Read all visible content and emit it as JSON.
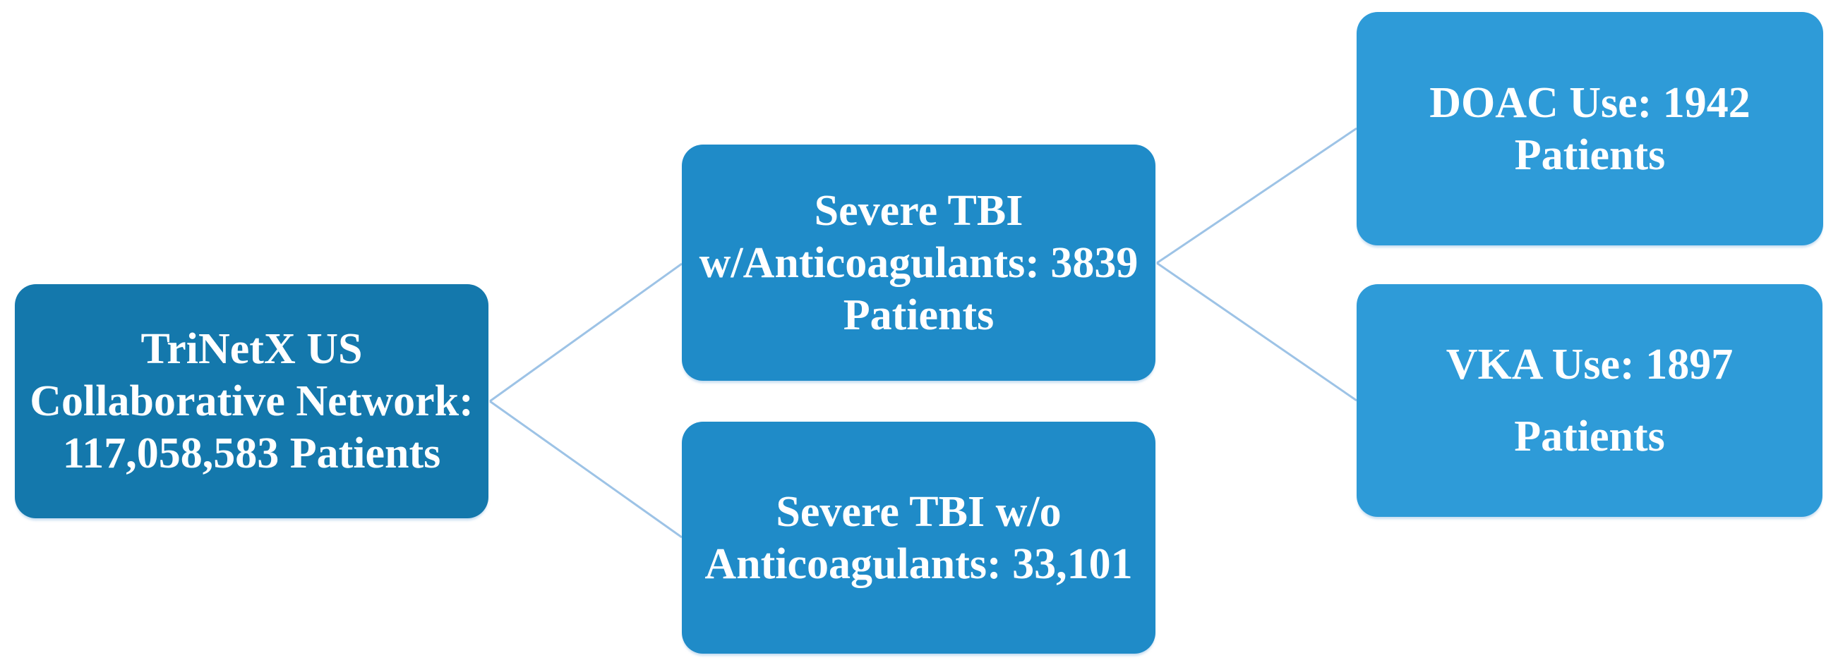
{
  "figure": {
    "type": "flow-diagram",
    "background": "#FFFFFF",
    "text_color": "#FFFFFF",
    "connector_color": "#9DC3E6",
    "nodes": [
      {
        "id": "network",
        "fill": "#1478AC",
        "lines": [
          "TriNetX US",
          "Collaborative Network:",
          "117,058,583 Patients"
        ],
        "patients": 117058583
      },
      {
        "id": "tbi-with-anticoagulants",
        "fill": "#1F8BC8",
        "lines": [
          "Severe TBI",
          "w/Anticoagulants: 3839",
          "Patients"
        ],
        "patients": 3839
      },
      {
        "id": "tbi-without-anticoagulants",
        "fill": "#1F8BC8",
        "lines": [
          "Severe TBI w/o",
          "Anticoagulants: 33,101"
        ],
        "patients": 33101
      },
      {
        "id": "doac-use",
        "fill": "#2E9BD8",
        "lines": [
          "DOAC Use: 1942",
          "Patients"
        ],
        "patients": 1942
      },
      {
        "id": "vka-use",
        "fill": "#2E9BD8",
        "lines": [
          "VKA Use: 1897",
          "Patients"
        ],
        "patients": 1897
      }
    ],
    "edges": [
      {
        "from": "network",
        "to": "tbi-with-anticoagulants"
      },
      {
        "from": "network",
        "to": "tbi-without-anticoagulants"
      },
      {
        "from": "tbi-with-anticoagulants",
        "to": "doac-use"
      },
      {
        "from": "tbi-with-anticoagulants",
        "to": "vka-use"
      }
    ]
  }
}
